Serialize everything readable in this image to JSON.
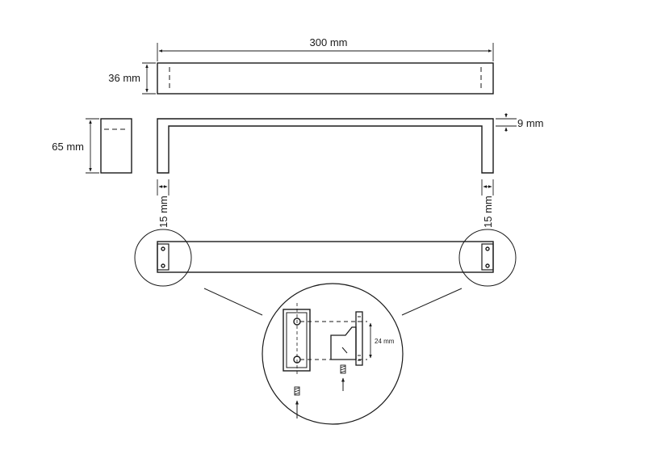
{
  "labels": {
    "width_total": "300 mm",
    "top_height": "36 mm",
    "side_height": "65 mm",
    "wall": "9 mm",
    "foot_left": "15 mm",
    "foot_right": "15 mm",
    "hole_spacing": "24 mm"
  },
  "colors": {
    "line": "#1a1a1a"
  }
}
